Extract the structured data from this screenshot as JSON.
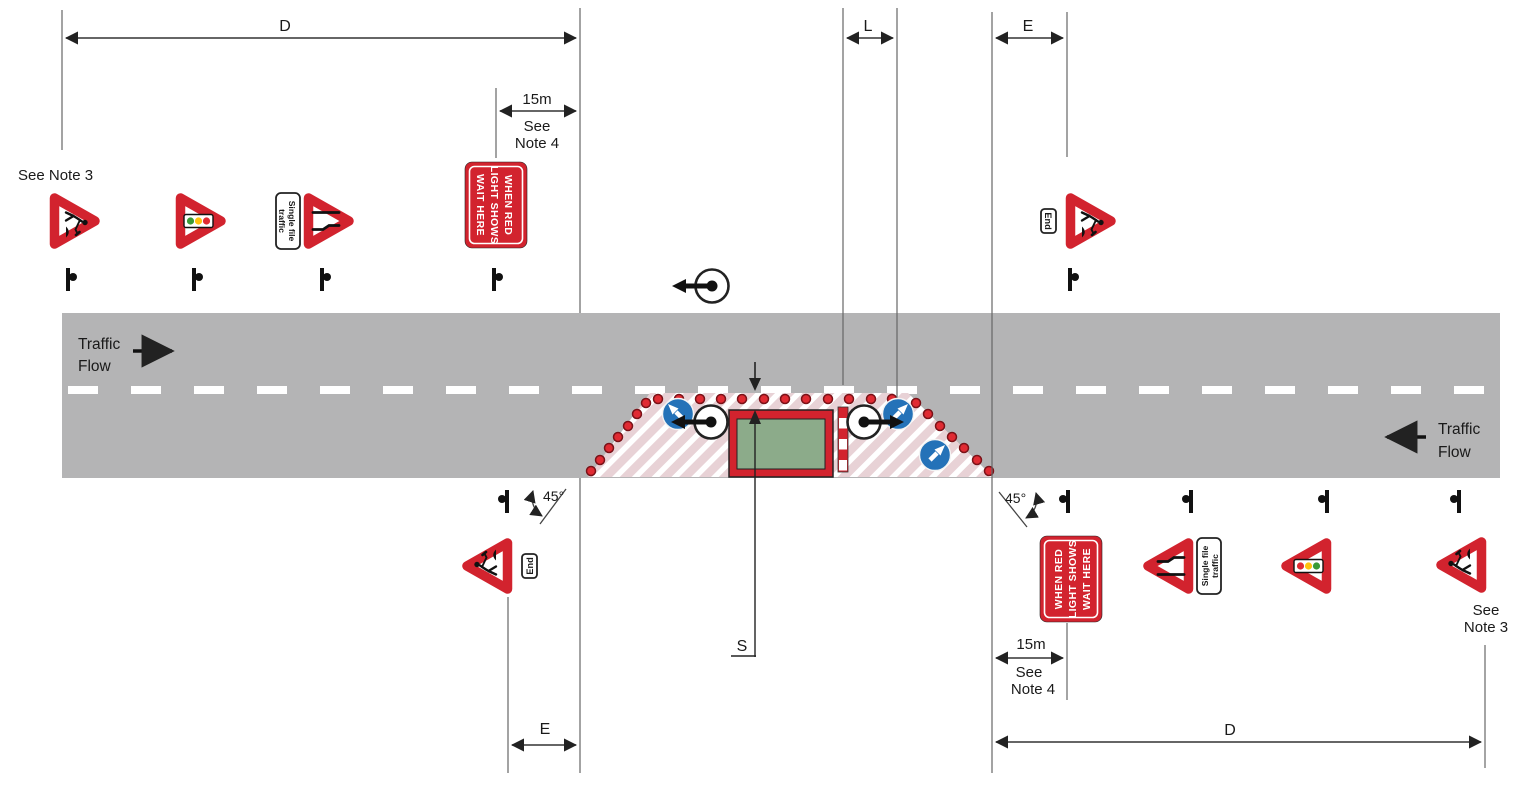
{
  "diagram": {
    "dims": {
      "d_top": "D",
      "d_bottom": "D",
      "e_top": "E",
      "e_bottom": "E",
      "l": "L",
      "s": "S",
      "m15_top": "15m",
      "m15_bottom": "15m",
      "angle_left": "45°",
      "angle_right": "45°"
    },
    "notes": {
      "note3_top": "See Note 3",
      "note4_top_line1": "See",
      "note4_top_line2": "Note 4",
      "note4_bottom_line1": "See",
      "note4_bottom_line2": "Note 4",
      "note3_bottom_line1": "See",
      "note3_bottom_line2": "Note 3"
    },
    "flow": {
      "left_line1": "Traffic",
      "left_line2": "Flow",
      "right_line1": "Traffic",
      "right_line2": "Flow"
    },
    "signs": {
      "wait_line1": "WHEN RED",
      "wait_line2": "LIGHT SHOWS",
      "wait_line3": "WAIT HERE",
      "single_file_line1": "Single file",
      "single_file_line2": "traffic",
      "end_label": "End"
    },
    "colors": {
      "road_gray": "#b4b4b5",
      "sign_red": "#d2232e",
      "works_green": "#8cab8a",
      "hatch_pink": "#e8d2d6",
      "blue_sign": "#2472b8",
      "cone_red": "#e02b33"
    }
  }
}
